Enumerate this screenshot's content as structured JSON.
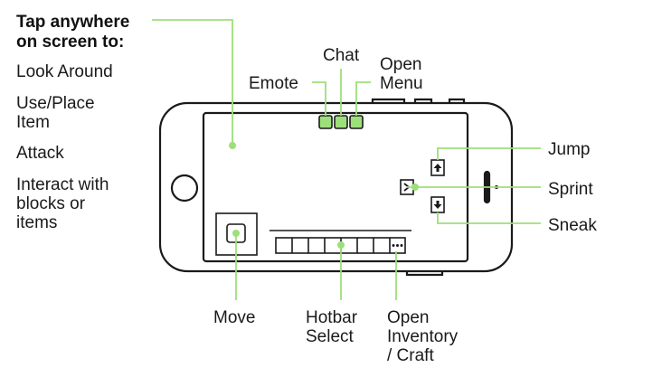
{
  "heading": [
    "Tap anywhere",
    "on screen to:"
  ],
  "actions": [
    [
      "Look Around"
    ],
    [
      "Use/Place",
      "Item"
    ],
    [
      "Attack"
    ],
    [
      "Interact with",
      "blocks or",
      "items"
    ]
  ],
  "labels": {
    "emote": [
      "Emote"
    ],
    "chat": [
      "Chat"
    ],
    "menu": [
      "Open",
      "Menu"
    ],
    "jump": [
      "Jump"
    ],
    "sprint": [
      "Sprint"
    ],
    "sneak": [
      "Sneak"
    ],
    "move": [
      "Move"
    ],
    "hotbar": [
      "Hotbar",
      "Select"
    ],
    "inventory": [
      "Open",
      "Inventory",
      "/ Craft"
    ]
  },
  "colors": {
    "accent": "#9ddf7a",
    "outline": "#1a1a1a"
  },
  "icons": {
    "jump": "arrow-up-icon",
    "sprint": "chevron-right-icon",
    "sneak": "arrow-down-icon",
    "inventory": "ellipsis-icon"
  }
}
